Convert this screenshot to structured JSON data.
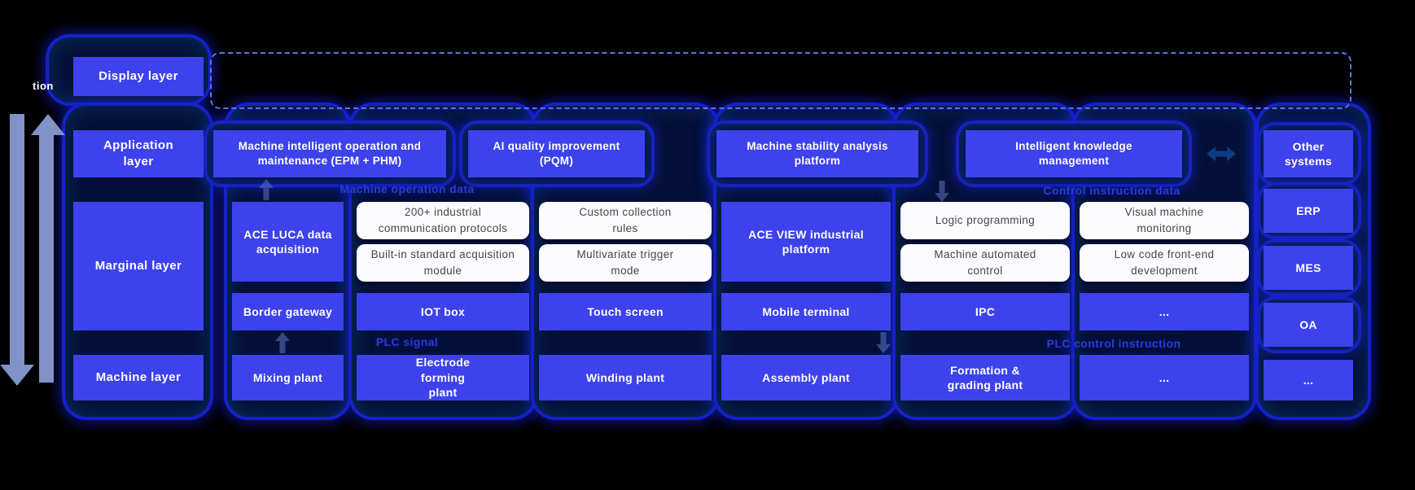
{
  "colors": {
    "background": "#000000",
    "box_blue": "#3d42ed",
    "glow_border_blue": "#1b23e2",
    "glow_fill": "#051038",
    "white_box": "#fcfcfe",
    "white_box_text": "#45454b",
    "flow_label_blue": "#2c3ad4",
    "dashed_border": "#5c78d8",
    "side_arrow_slate": "#8192c8",
    "bidirectional_arrow": "#0e3c80"
  },
  "edge_fragment": "tion",
  "layers": {
    "display": "Display layer",
    "application": "Application layer",
    "marginal": "Marginal layer",
    "machine": "Machine layer"
  },
  "application_row": {
    "epm_phm": "Machine intelligent operation and maintenance (EPM + PHM)",
    "pqm": "AI quality improvement (PQM)",
    "stability": "Machine stability analysis platform",
    "knowledge": "Intelligent knowledge management"
  },
  "external": {
    "items": [
      "Other systems",
      "ERP",
      "MES",
      "OA",
      "..."
    ]
  },
  "flow_labels": {
    "machine_operation_data": "Machine operation data",
    "control_instruction_data": "Control instruction data",
    "plc_signal": "PLC signal",
    "plc_control_instruction": "PLC control instruction"
  },
  "marginal": {
    "ace_luca": "ACE LUCA data acquisition",
    "ace_view": "ACE VIEW industrial platform",
    "left_capabilities": [
      "200+ industrial communication protocols",
      "Built-in standard acquisition module",
      "Custom collection rules",
      "Multivariate trigger mode"
    ],
    "right_capabilities": [
      "Logic programming",
      "Machine automated control",
      "Visual machine monitoring",
      "Low code front-end development"
    ],
    "devices": [
      "Border gateway",
      "IOT box",
      "Touch screen",
      "Mobile terminal",
      "IPC",
      "..."
    ]
  },
  "machine": {
    "plants": [
      "Mixing plant",
      "Electrode forming plant",
      "Winding plant",
      "Assembly plant",
      "Formation & grading plant",
      "..."
    ]
  },
  "icons": {
    "up_flow": "↑",
    "down_flow": "↓",
    "bidirectional": "↔"
  }
}
